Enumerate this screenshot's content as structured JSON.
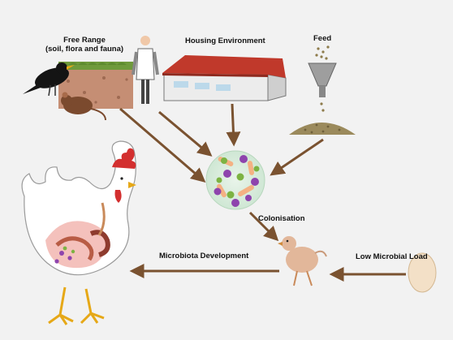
{
  "labels": {
    "free_range_line1": "Free Range",
    "free_range_line2": "(soil, flora and fauna)",
    "housing": "Housing Environment",
    "feed": "Feed",
    "colonisation": "Colonisation",
    "low_microbial": "Low Microbial Load",
    "microbiota": "Microbiota Development"
  },
  "colors": {
    "background": "#f2f2f2",
    "arrow": "#7a5230",
    "building_roof": "#c0392b",
    "microbe_purple": "#8e44ad",
    "microbe_green": "#7cb342",
    "microbe_peach": "#f4b183",
    "egg": "#f3e0c7",
    "comb": "#d32f2f"
  },
  "icons": [
    "blackbird-icon",
    "mouse-icon",
    "soil-block-icon",
    "scientist-icon",
    "poultry-house-icon",
    "feed-hopper-icon",
    "microbe-cluster-icon",
    "chick-icon",
    "egg-icon",
    "hen-anatomy-icon"
  ]
}
